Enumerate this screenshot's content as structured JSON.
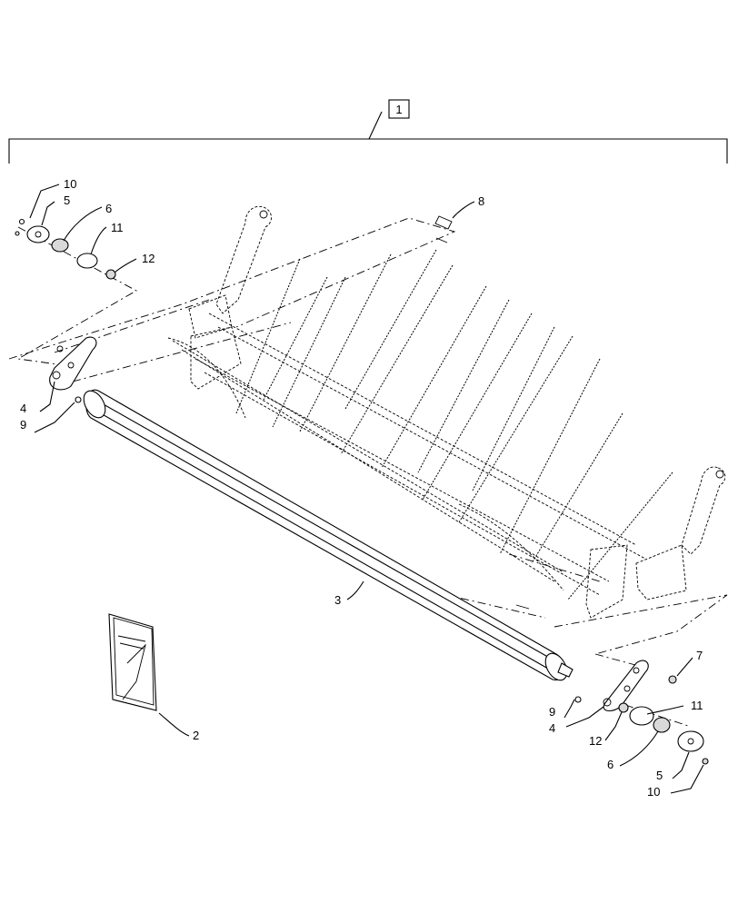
{
  "assembly_label": "1",
  "callouts": [
    {
      "id": "c10a",
      "label": "10"
    },
    {
      "id": "c5a",
      "label": "5"
    },
    {
      "id": "c6a",
      "label": "6"
    },
    {
      "id": "c11a",
      "label": "11"
    },
    {
      "id": "c12a",
      "label": "12"
    },
    {
      "id": "c8",
      "label": "8"
    },
    {
      "id": "c4a",
      "label": "4"
    },
    {
      "id": "c9a",
      "label": "9"
    },
    {
      "id": "c3",
      "label": "3"
    },
    {
      "id": "c2",
      "label": "2"
    },
    {
      "id": "c7",
      "label": "7"
    },
    {
      "id": "c9b",
      "label": "9"
    },
    {
      "id": "c11b",
      "label": "11"
    },
    {
      "id": "c4b",
      "label": "4"
    },
    {
      "id": "c12b",
      "label": "12"
    },
    {
      "id": "c6b",
      "label": "6"
    },
    {
      "id": "c5b",
      "label": "5"
    },
    {
      "id": "c10b",
      "label": "10"
    }
  ]
}
